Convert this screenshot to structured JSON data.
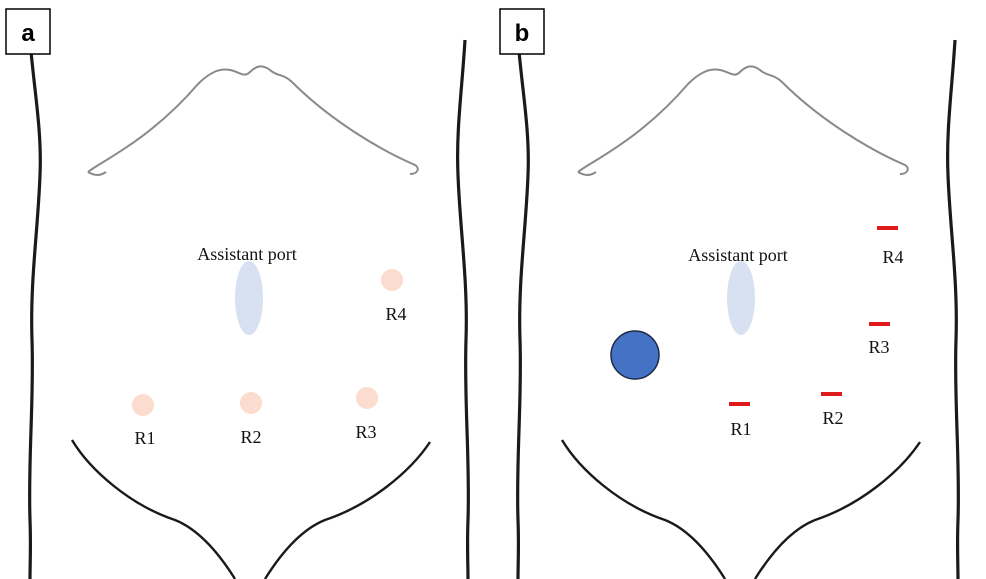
{
  "colors": {
    "outline": "#1a1a1a",
    "rib_line": "#8a8a8a",
    "assistant_port": "#d7e1f2",
    "robot_port_a": "#fbdcce",
    "incision_b": "#e01b1b",
    "extraction_site_b": "#4472c4",
    "extraction_outline": "#1f2a44"
  },
  "panels": [
    {
      "id": "a",
      "tag": "a",
      "assistant_label": "Assistant port",
      "ports": [
        {
          "label": "R1",
          "style": "dot"
        },
        {
          "label": "R2",
          "style": "dot"
        },
        {
          "label": "R3",
          "style": "dot"
        },
        {
          "label": "R4",
          "style": "dot"
        }
      ]
    },
    {
      "id": "b",
      "tag": "b",
      "assistant_label": "Assistant port",
      "ports": [
        {
          "label": "R1",
          "style": "incision"
        },
        {
          "label": "R2",
          "style": "incision"
        },
        {
          "label": "R3",
          "style": "incision"
        },
        {
          "label": "R4",
          "style": "incision"
        }
      ]
    }
  ]
}
